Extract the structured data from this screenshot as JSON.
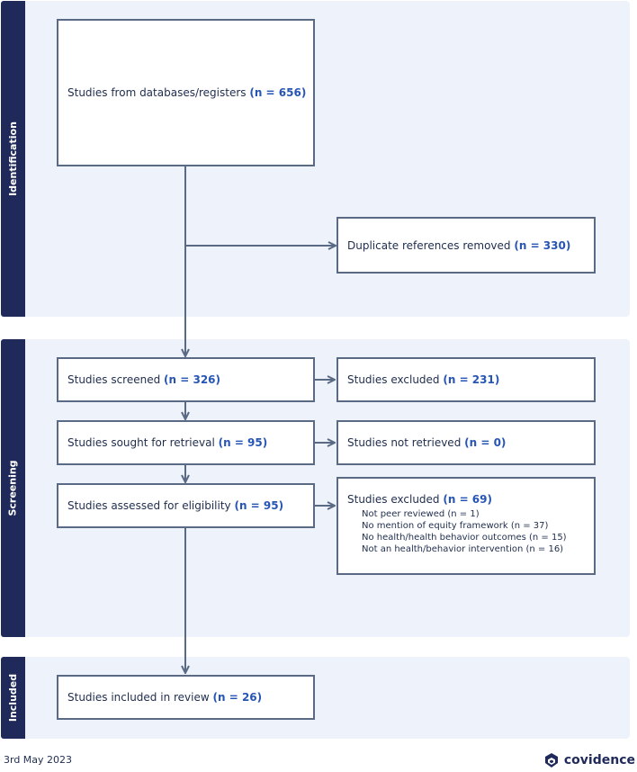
{
  "stages": {
    "identification": "Identification",
    "screening": "Screening",
    "included": "Included"
  },
  "boxes": {
    "databases": {
      "label": "Studies from databases/registers ",
      "n": "(n = 656)"
    },
    "duplicates": {
      "label": "Duplicate references removed ",
      "n": "(n = 330)"
    },
    "screened": {
      "label": "Studies screened ",
      "n": "(n = 326)"
    },
    "excluded_screen": {
      "label": "Studies excluded ",
      "n": "(n = 231)"
    },
    "sought": {
      "label": "Studies sought for retrieval ",
      "n": "(n = 95)"
    },
    "not_retrieved": {
      "label": "Studies not retrieved ",
      "n": "(n = 0)"
    },
    "assessed": {
      "label": "Studies assessed for eligibility ",
      "n": "(n = 95)"
    },
    "excluded_elig": {
      "label": "Studies excluded ",
      "n": "(n = 69)",
      "reasons": [
        "Not peer reviewed (n = 1)",
        "No mention of equity framework (n = 37)",
        "No health/health behavior outcomes (n = 15)",
        "Not an health/behavior intervention (n = 16)"
      ]
    },
    "included": {
      "label": "Studies included in review ",
      "n": "(n = 26)"
    }
  },
  "footer": {
    "date": "3rd May 2023",
    "brand": "covidence"
  },
  "colors": {
    "band": "#eef3fb",
    "tab": "#1f2a5a",
    "border": "#5a6a84",
    "count": "#2655b4"
  }
}
